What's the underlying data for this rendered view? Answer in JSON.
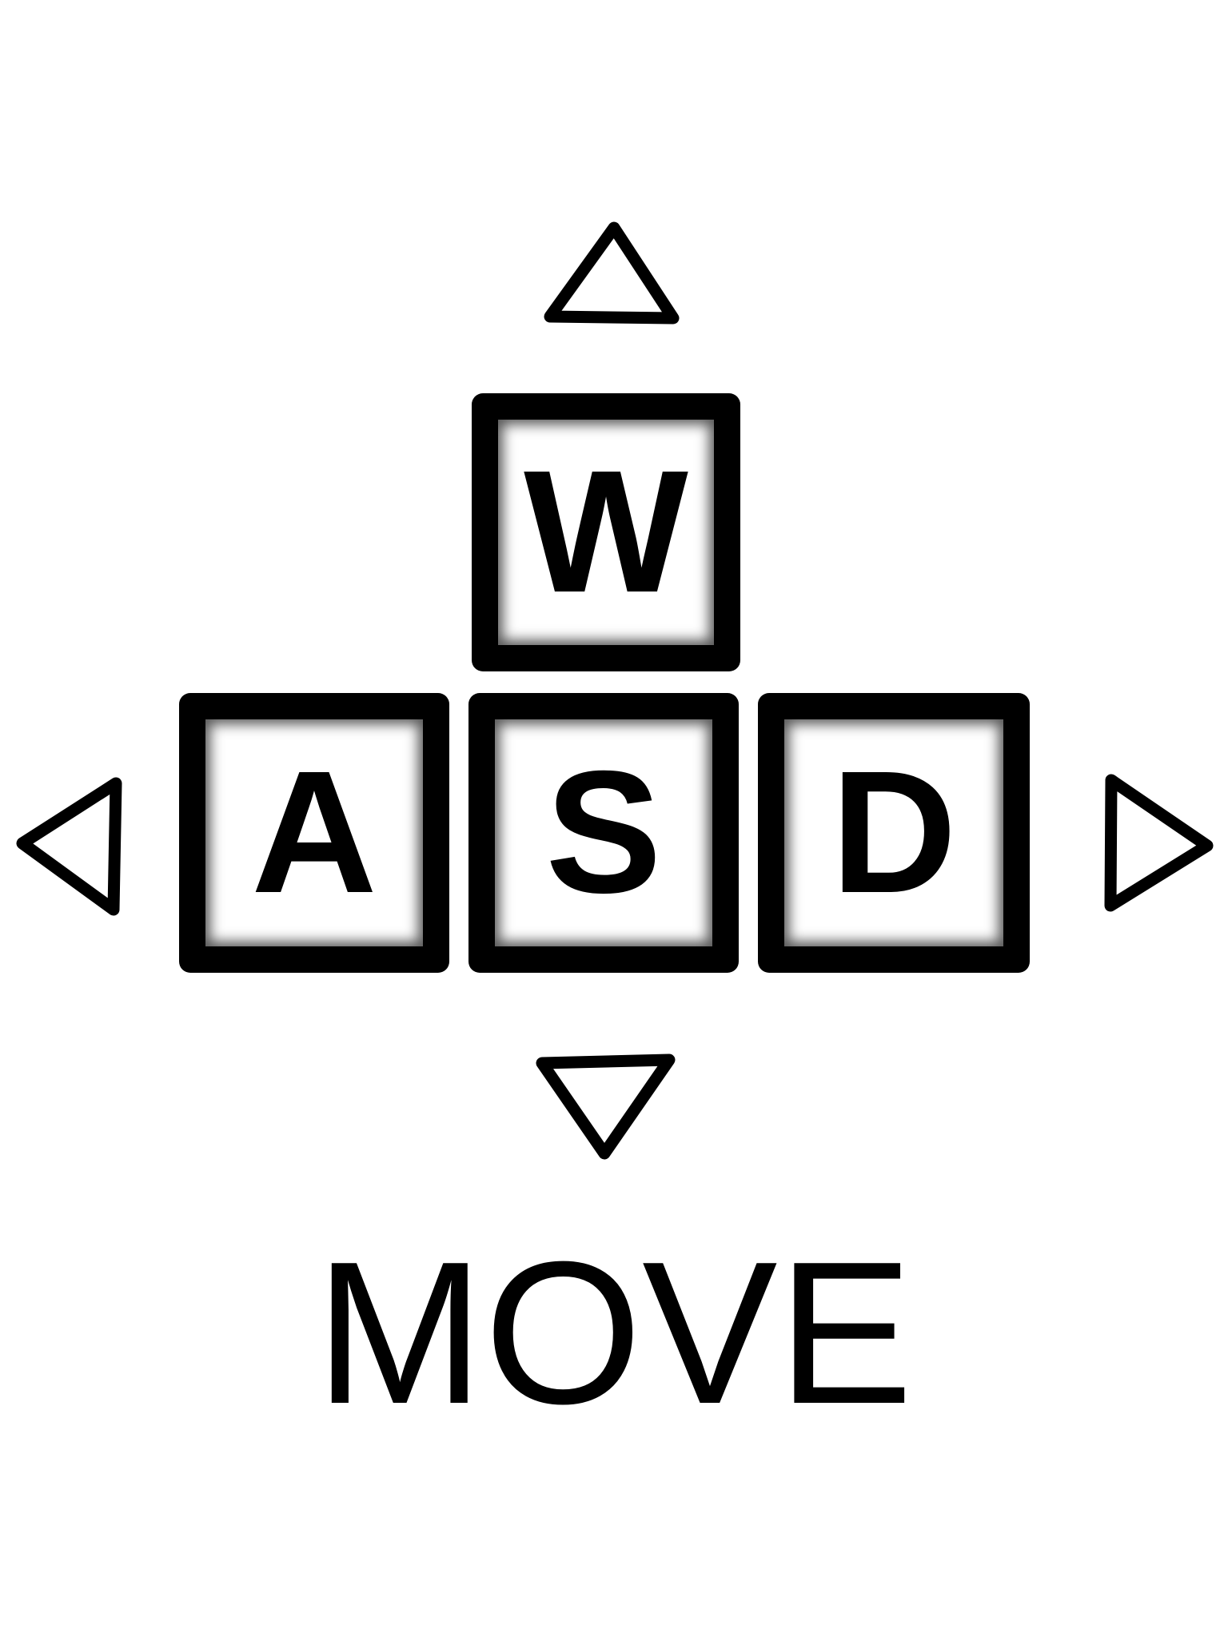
{
  "keys": {
    "up": {
      "label": "W"
    },
    "left": {
      "label": "A"
    },
    "down": {
      "label": "S"
    },
    "right": {
      "label": "D"
    }
  },
  "arrows": {
    "up": {
      "icon": "triangle-up-icon"
    },
    "left": {
      "icon": "triangle-left-icon"
    },
    "down": {
      "icon": "triangle-down-icon"
    },
    "right": {
      "icon": "triangle-right-icon"
    }
  },
  "caption": "MOVE",
  "colors": {
    "foreground": "#000000",
    "background": "#ffffff"
  }
}
